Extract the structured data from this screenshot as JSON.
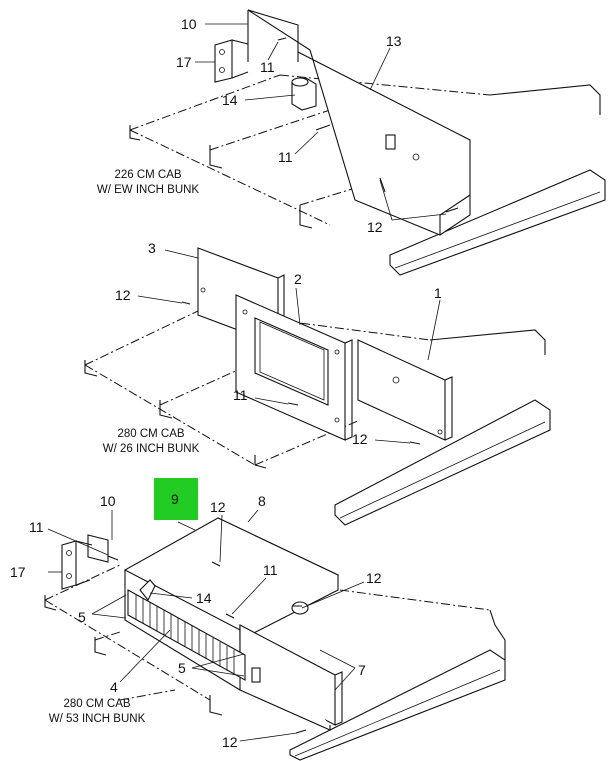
{
  "views": [
    {
      "caption_line1": "226 CM CAB",
      "caption_line2": "W/ EW INCH BUNK",
      "callouts": {
        "c10": "10",
        "c17": "17",
        "c11a": "11",
        "c13": "13",
        "c14": "14",
        "c11b": "11",
        "c12": "12"
      }
    },
    {
      "caption_line1": "280 CM CAB",
      "caption_line2": "W/ 26 INCH BUNK",
      "callouts": {
        "c3": "3",
        "c2": "2",
        "c1": "1",
        "c12a": "12",
        "c11": "11",
        "c12b": "12"
      }
    },
    {
      "caption_line1": "280 CM CAB",
      "caption_line2": "W/ 53 INCH BUNK",
      "callouts": {
        "c9": "9",
        "c10": "10",
        "c12a": "12",
        "c8": "8",
        "c11a": "11",
        "c17": "17",
        "c11b": "11",
        "c12b": "12",
        "c14": "14",
        "c5a": "5",
        "c5b": "5",
        "c4": "4",
        "c7": "7",
        "c12c": "12"
      }
    }
  ],
  "highlight": {
    "label": "9",
    "color": "#22cc22"
  }
}
